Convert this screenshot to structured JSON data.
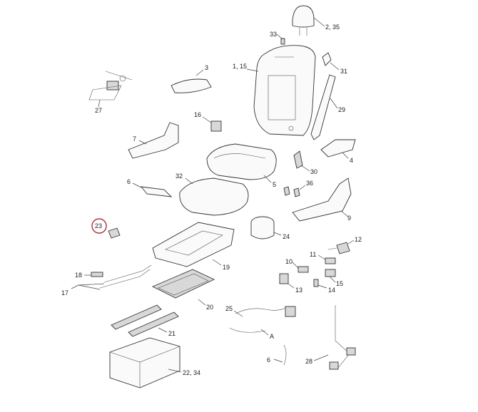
{
  "diagram": {
    "highlighted_callout": "23",
    "highlight_color": "#b0303a",
    "callouts": {
      "c235": "2, 35",
      "c33": "33",
      "c115": "1, 15",
      "c31": "31",
      "c3": "3",
      "c29": "29",
      "c27": "27",
      "c16": "16",
      "c7": "7",
      "c4": "4",
      "c30": "30",
      "c32": "32",
      "c6": "6",
      "c5": "5",
      "c36": "36",
      "c9": "9",
      "c23": "23",
      "c24": "24",
      "c12": "12",
      "c19": "19",
      "c11": "11",
      "c10": "10",
      "c18": "18",
      "c15": "15",
      "c17": "17",
      "c13": "13",
      "c14": "14",
      "c20": "20",
      "c25": "25",
      "c21": "21",
      "cA": "A",
      "c6b": "6",
      "c28": "28",
      "c2234": "22, 34"
    }
  }
}
